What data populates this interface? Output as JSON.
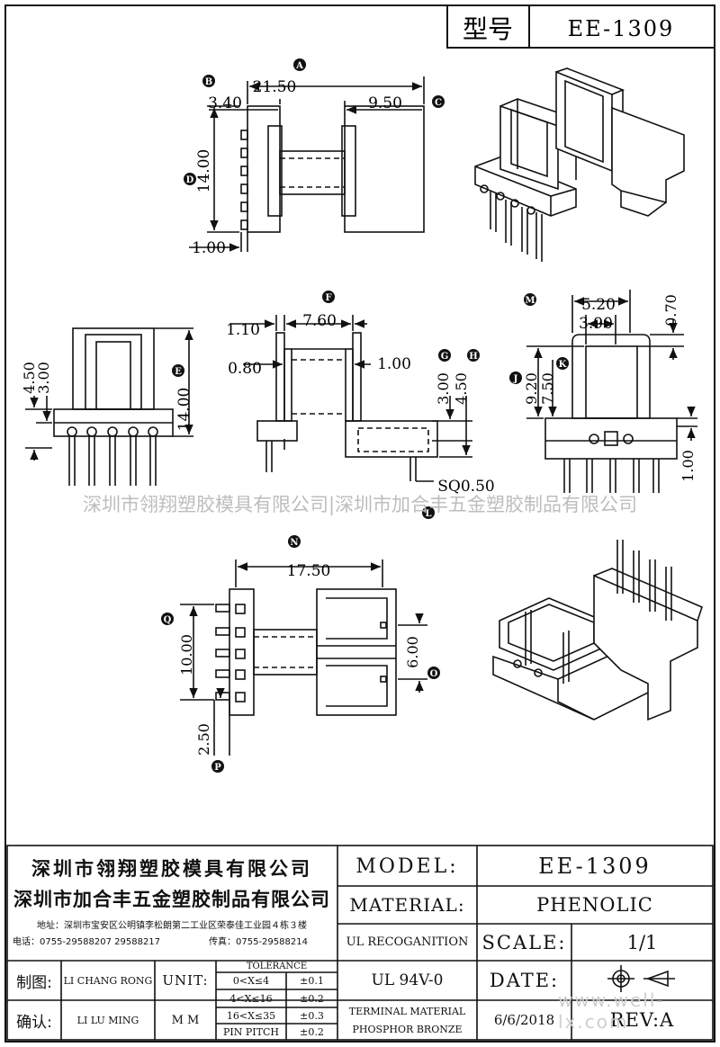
{
  "header": {
    "model_label": "型号",
    "model_value": "EE-1309"
  },
  "drawing": {
    "dims": {
      "A": "21.50",
      "B": "3.40",
      "C": "9.50",
      "D": "14.00",
      "D_pin": "1.00",
      "E_a": "4.50",
      "E_b": "3.00",
      "E": "14.00",
      "F": "7.60",
      "F_a": "1.10",
      "F_b": "0.80",
      "F_c": "1.00",
      "G": "3.00",
      "H": "4.50",
      "L": "SQ0.50",
      "M": "5.20",
      "L2": "3.90",
      "M2": "0.70",
      "J": "9.20",
      "K": "7.50",
      "M3": "1.00",
      "N": "17.50",
      "Q": "10.00",
      "O": "6.00",
      "P": "2.50"
    },
    "markers": [
      "A",
      "B",
      "C",
      "D",
      "E",
      "F",
      "G",
      "H",
      "J",
      "K",
      "L",
      "M",
      "N",
      "O",
      "P",
      "Q"
    ]
  },
  "watermark": "深圳市翎翔塑胶模具有限公司|深圳市加合丰五金塑胶制品有限公司",
  "watermark_url": "www.well-lx.com",
  "title_block": {
    "company1": "深圳市翎翔塑胶模具有限公司",
    "company2": "深圳市加合丰五金塑胶制品有限公司",
    "address": "地址：深圳市宝安区公明镇李松朗第二工业区荣泰佳工业园４栋３楼",
    "phone": "电话：0755-29588207  29588217",
    "fax": "传真：0755-29588214",
    "model_label": "MODEL:",
    "model_value": "EE-1309",
    "material_label": "MATERIAL:",
    "material_value": "PHENOLIC",
    "ul_label": "UL RECOGANITION",
    "ul_value": "UL 94V-0",
    "scale_label": "SCALE:",
    "scale_value": "1/1",
    "date_label": "DATE:",
    "date_value": "6/6/2018",
    "terminal_label": "TERMINAL MATERIAL",
    "terminal_value": "PHOSPHOR  BRONZE",
    "rev": "REV:A",
    "drawn_label": "制图:",
    "drawn_by": "LI CHANG RONG",
    "check_label": "确认:",
    "checked_by": "LI LU MING",
    "unit_label": "UNIT:",
    "unit_value": "M M",
    "tolerance_title": "TOLERANCE",
    "tolerances": [
      {
        "range": "0<X≤4",
        "value": "±0.1"
      },
      {
        "range": "4<X≤16",
        "value": "±0.2"
      },
      {
        "range": "16<X≤35",
        "value": "±0.3"
      },
      {
        "range": "PIN PITCH",
        "value": "±0.2"
      }
    ]
  }
}
